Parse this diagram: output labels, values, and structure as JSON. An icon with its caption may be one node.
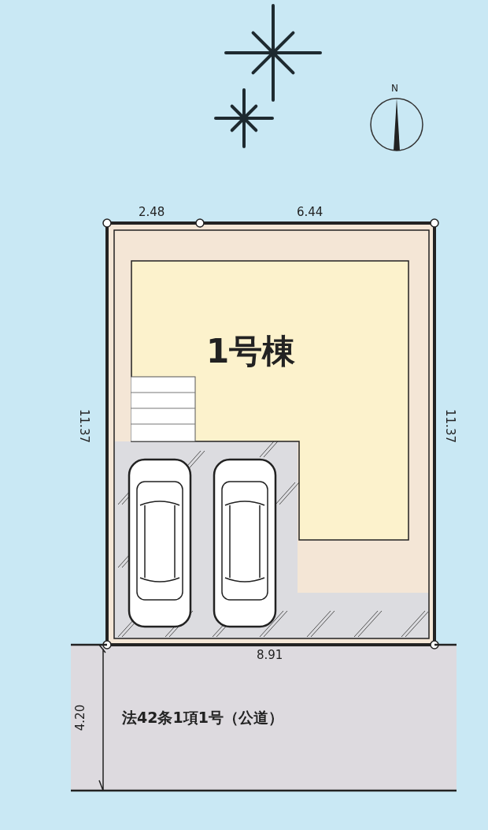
{
  "diagram": {
    "nodes": [
      {
        "text": [
          "1号棟"
        ]
      },
      {
        "text": [
          "法42条1項1号（公道）"
        ]
      }
    ],
    "labels": [
      "N",
      "2.48",
      "6.44",
      "11.37",
      "11.37",
      "8.91",
      "4.20"
    ]
  }
}
